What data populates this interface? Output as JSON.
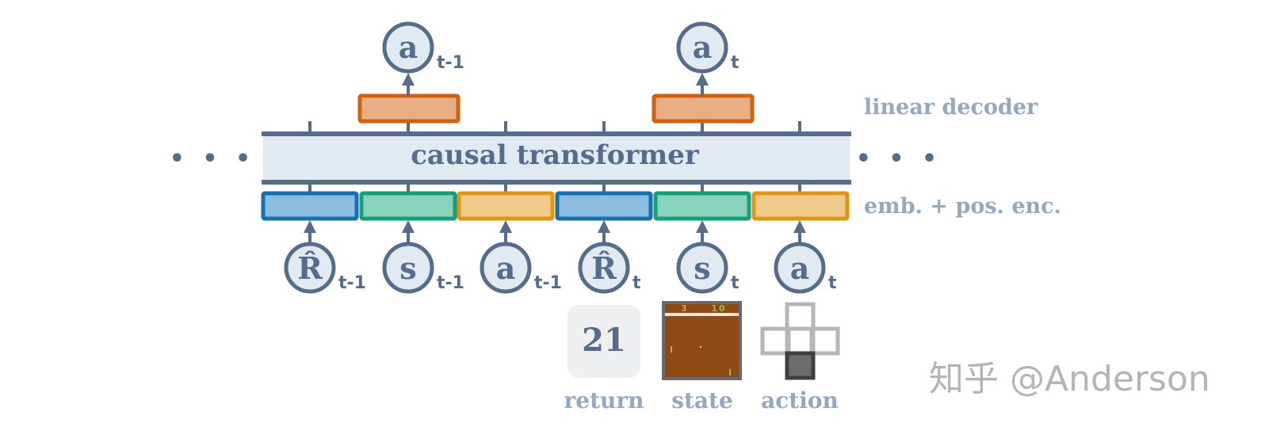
{
  "colors": {
    "ink": "#566c8c",
    "circle_fill": "#e1e9f1",
    "transformer_fill": "#e1e9f1",
    "side_label": "#94a8c2",
    "decoder_stroke": "#d4620d",
    "decoder_fill": "#e8ae86",
    "return_stroke": "#1370b1",
    "return_fill": "#8cbde0",
    "state_stroke": "#11a07a",
    "state_fill": "#87d3bc",
    "action_stroke": "#e2950f",
    "action_fill": "#f0ca8a",
    "watermark": "#b4b4b4"
  },
  "diagram": {
    "transformer_label": "causal transformer",
    "decoder_label": "linear decoder",
    "embedding_label": "emb. + pos. enc.",
    "ellipsis_left": "• • •",
    "ellipsis_right": "• • •",
    "outputs": [
      {
        "symbol": "a",
        "subscript": "t-1"
      },
      {
        "symbol": "a",
        "subscript": "t"
      }
    ],
    "inputs": [
      {
        "symbol": "R̂",
        "subscript": "t-1",
        "type": "return"
      },
      {
        "symbol": "s",
        "subscript": "t-1",
        "type": "state"
      },
      {
        "symbol": "a",
        "subscript": "t-1",
        "type": "action"
      },
      {
        "symbol": "R̂",
        "subscript": "t",
        "type": "return"
      },
      {
        "symbol": "s",
        "subscript": "t",
        "type": "state"
      },
      {
        "symbol": "a",
        "subscript": "t",
        "type": "action"
      }
    ],
    "examples": {
      "return_value": "21",
      "return_label": "return",
      "state_label": "state",
      "action_label": "action",
      "state_score_left": "3",
      "state_score_right": "10"
    }
  },
  "watermark": "知乎 @Anderson"
}
